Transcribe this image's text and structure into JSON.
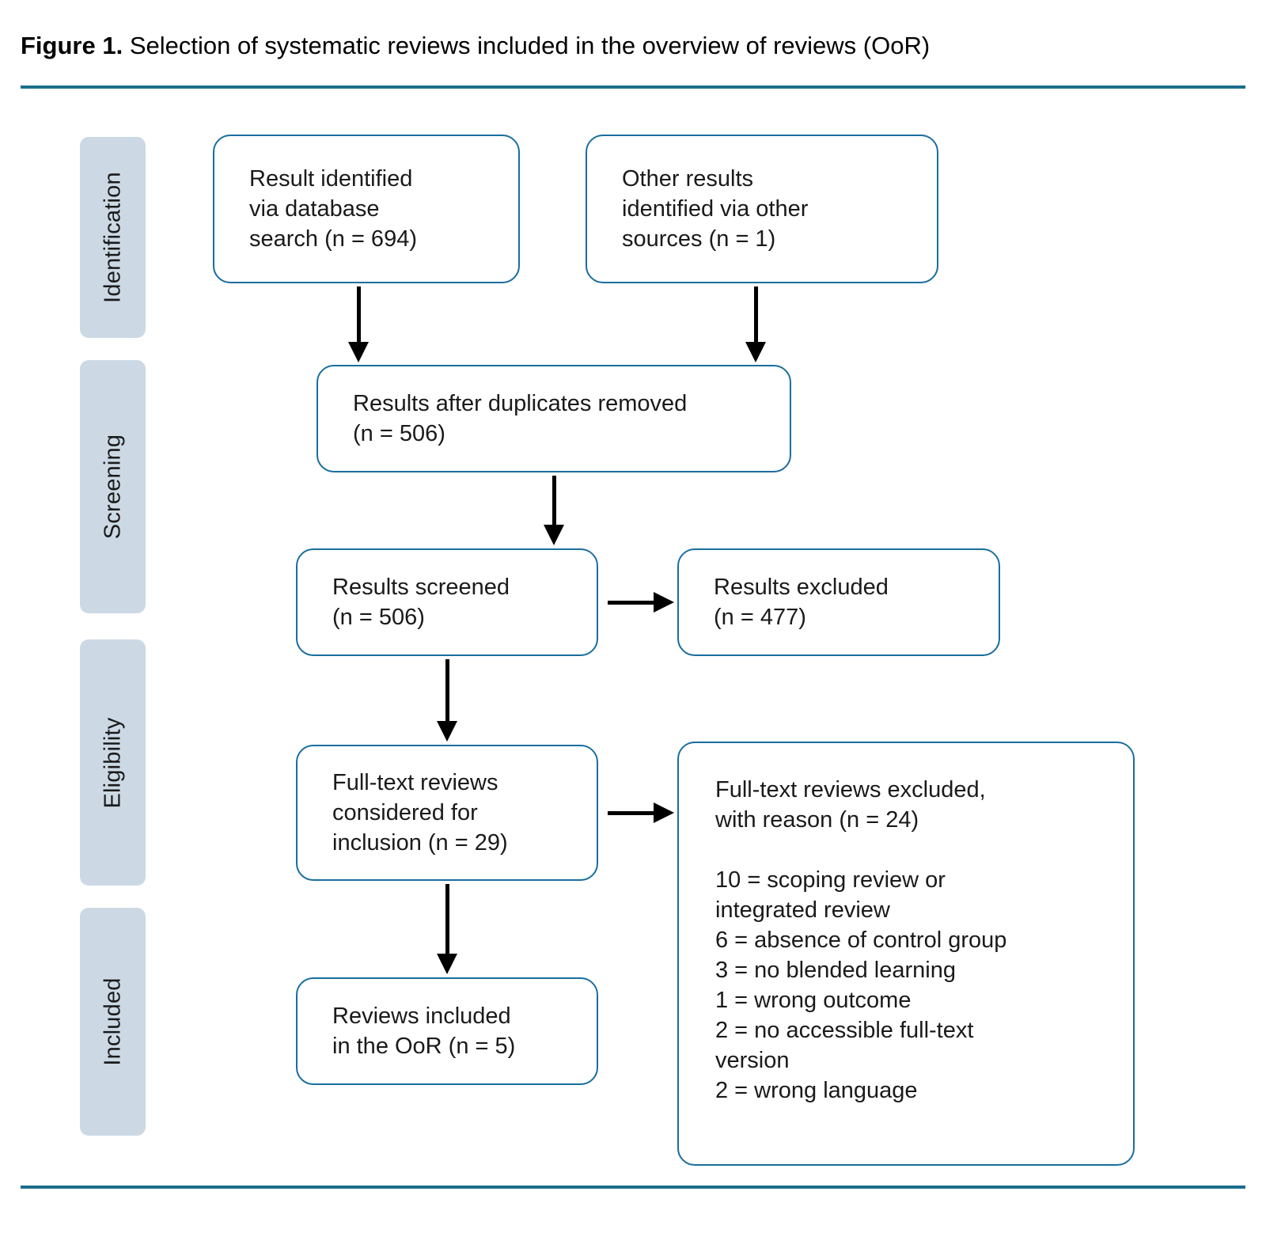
{
  "figure": {
    "label": "Figure 1.",
    "caption": " Selection of systematic reviews included in the overview of reviews (OoR)"
  },
  "colors": {
    "rule": "#1b6e8c",
    "box_border": "#1a6e9e",
    "stage_fill": "#ccd9e5",
    "arrow": "#000000",
    "text": "#1a1a1a",
    "background": "#ffffff"
  },
  "stages": [
    {
      "id": "identification",
      "label": "Identification"
    },
    {
      "id": "screening",
      "label": "Screening"
    },
    {
      "id": "eligibility",
      "label": "Eligibility"
    },
    {
      "id": "included",
      "label": "Included"
    }
  ],
  "boxes": {
    "database_results": {
      "text": "Result identified\nvia database\nsearch (n = 694)",
      "n": 694
    },
    "other_results": {
      "text": "Other results\nidentified via other\nsources (n = 1)",
      "n": 1
    },
    "duplicates_removed": {
      "text": "Results after duplicates removed\n(n = 506)",
      "n": 506
    },
    "results_screened": {
      "text": "Results screened\n(n = 506)",
      "n": 506
    },
    "results_excluded": {
      "text": "Results excluded\n(n = 477)",
      "n": 477
    },
    "fulltext_considered": {
      "text": "Full-text reviews\nconsidered for\ninclusion (n = 29)",
      "n": 29
    },
    "fulltext_excluded": {
      "text": "Full-text reviews excluded,\nwith reason (n = 24)\n\n10 = scoping review or\nintegrated review\n6 = absence of control group\n3 = no blended learning\n1 = wrong outcome\n2 = no accessible full-text\nversion\n2 = wrong language",
      "n": 24,
      "reasons": [
        {
          "count": 10,
          "reason": "scoping review or integrated review"
        },
        {
          "count": 6,
          "reason": "absence of control group"
        },
        {
          "count": 3,
          "reason": "no blended learning"
        },
        {
          "count": 1,
          "reason": "wrong outcome"
        },
        {
          "count": 2,
          "reason": "no accessible full-text version"
        },
        {
          "count": 2,
          "reason": "wrong language"
        }
      ]
    },
    "reviews_included": {
      "text": "Reviews included\nin the OoR (n = 5)",
      "n": 5
    }
  },
  "chart_data": {
    "type": "diagram",
    "title": "Selection of systematic reviews included in the overview of reviews (OoR)",
    "nodes": [
      {
        "id": "database_results",
        "stage": "Identification",
        "label": "Result identified via database search",
        "n": 694
      },
      {
        "id": "other_results",
        "stage": "Identification",
        "label": "Other results identified via other sources",
        "n": 1
      },
      {
        "id": "duplicates_removed",
        "stage": "Screening",
        "label": "Results after duplicates removed",
        "n": 506
      },
      {
        "id": "results_screened",
        "stage": "Screening",
        "label": "Results screened",
        "n": 506
      },
      {
        "id": "results_excluded",
        "stage": "Screening",
        "label": "Results excluded",
        "n": 477
      },
      {
        "id": "fulltext_considered",
        "stage": "Eligibility",
        "label": "Full-text reviews considered for inclusion",
        "n": 29
      },
      {
        "id": "fulltext_excluded",
        "stage": "Eligibility",
        "label": "Full-text reviews excluded, with reason",
        "n": 24
      },
      {
        "id": "reviews_included",
        "stage": "Included",
        "label": "Reviews included in the OoR",
        "n": 5
      }
    ],
    "edges": [
      {
        "from": "database_results",
        "to": "duplicates_removed",
        "direction": "down"
      },
      {
        "from": "other_results",
        "to": "duplicates_removed",
        "direction": "down"
      },
      {
        "from": "duplicates_removed",
        "to": "results_screened",
        "direction": "down"
      },
      {
        "from": "results_screened",
        "to": "results_excluded",
        "direction": "right"
      },
      {
        "from": "results_screened",
        "to": "fulltext_considered",
        "direction": "down"
      },
      {
        "from": "fulltext_considered",
        "to": "fulltext_excluded",
        "direction": "right"
      },
      {
        "from": "fulltext_considered",
        "to": "reviews_included",
        "direction": "down"
      }
    ]
  }
}
